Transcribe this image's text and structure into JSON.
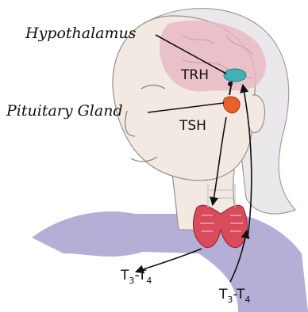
{
  "labels": {
    "hypothalamus": "Hypothalamus",
    "pituitary": "Pituitary Gland",
    "trh": "TRH",
    "tsh": "TSH"
  },
  "t_left": {
    "t1": "T",
    "s1": "3",
    "dash": "-",
    "t2": "T",
    "s2": "4"
  },
  "t_right": {
    "t1": "T",
    "s1": "3",
    "dash": "-",
    "t2": "T",
    "s2": "4"
  },
  "colors": {
    "hypothalamus": "#3fb3b3",
    "pituitary": "#e8602a",
    "thyroid": "#d94a5a",
    "brain": "#e9b7c3",
    "shirt": "#a8a0d0",
    "skin": "#f1e9e2"
  }
}
